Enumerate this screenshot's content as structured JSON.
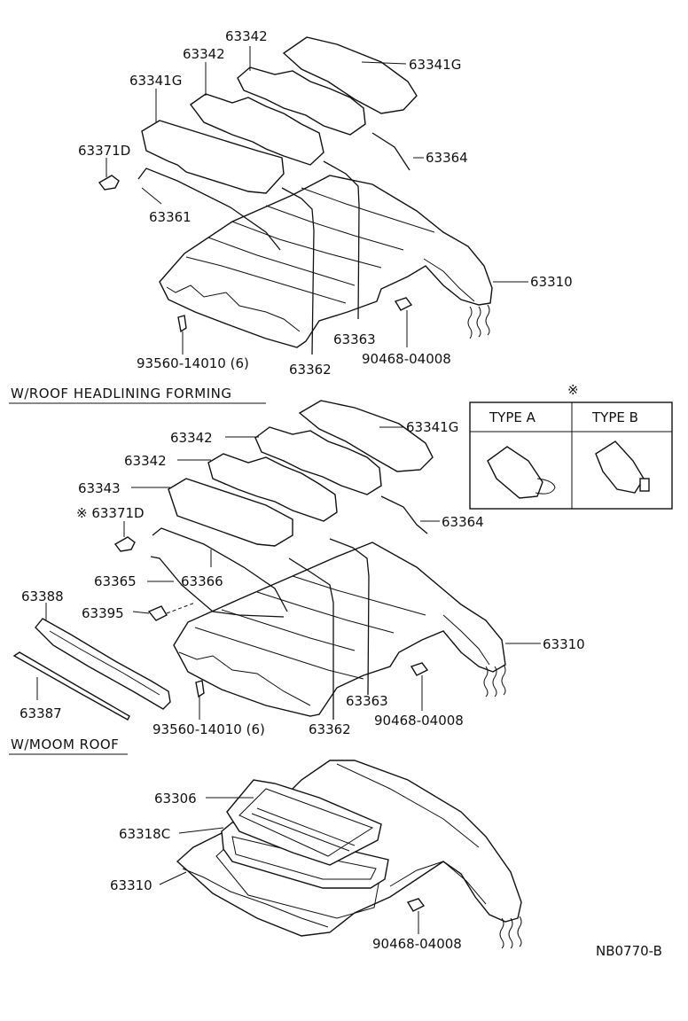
{
  "sections": {
    "top_title": "W/ROOF HEADLINING FORMING",
    "mid_title": "W/MOOM ROOF"
  },
  "legend": {
    "mark": "※",
    "type_a": "TYPE A",
    "type_b": "TYPE B"
  },
  "labels": {
    "d1_63342_a": "63342",
    "d1_63342_b": "63342",
    "d1_63341G_a": "63341G",
    "d1_63341G_b": "63341G",
    "d1_63371D": "63371D",
    "d1_63364": "63364",
    "d1_63361": "63361",
    "d1_63310": "63310",
    "d1_63363": "63363",
    "d1_90468": "90468-04008",
    "d1_93560": "93560-14010 (6)",
    "d1_63362": "63362",
    "d2_63341G": "63341G",
    "d2_63342_a": "63342",
    "d2_63342_b": "63342",
    "d2_63343": "63343",
    "d2_63371D": "※ 63371D",
    "d2_63364": "63364",
    "d2_63366": "63366",
    "d2_63365": "63365",
    "d2_63395": "63395",
    "d2_63388": "63388",
    "d2_63387": "63387",
    "d2_63310": "63310",
    "d2_63363": "63363",
    "d2_90468": "90468-04008",
    "d2_93560": "93560-14010 (6)",
    "d2_63362": "63362",
    "d3_63306": "63306",
    "d3_63318C": "63318C",
    "d3_63310": "63310",
    "d3_90468": "90468-04008"
  },
  "code": "NB0770-B"
}
